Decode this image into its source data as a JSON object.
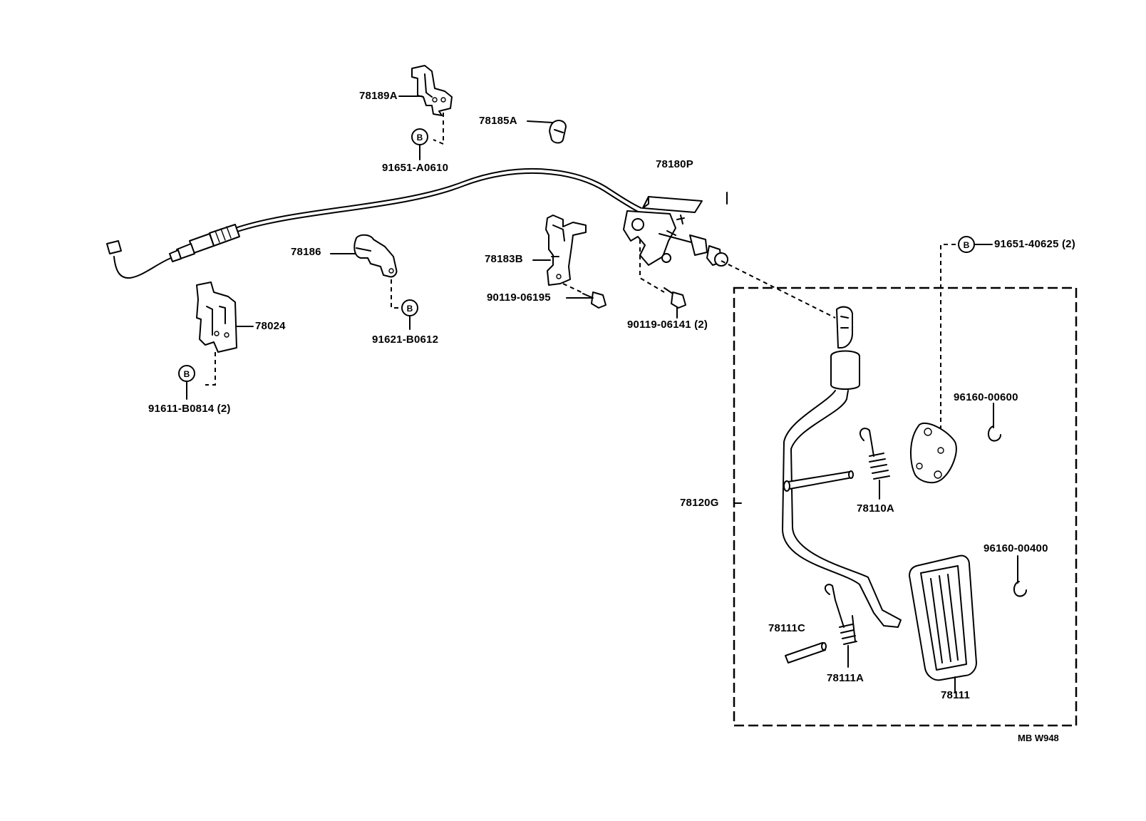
{
  "labels": {
    "p78189A": "78189A",
    "p78185A": "78185A",
    "b91651A0610": "91651-A0610",
    "p78180P": "78180P",
    "b91651_40625": "91651-40625 (2)",
    "p78186": "78186",
    "p78183B": "78183B",
    "b90119_06195": "90119-06195",
    "b90119_06141": "90119-06141 (2)",
    "p78024": "78024",
    "b91621B0612": "91621-B0612",
    "b91611B0814": "91611-B0814 (2)",
    "p96160_00600": "96160-00600",
    "p78110A": "78110A",
    "p78120G": "78120G",
    "p96160_00400": "96160-00400",
    "p78111C": "78111C",
    "p78111A": "78111A",
    "p78111": "78111",
    "diagram_code": "MB W948"
  },
  "badge_letter": "B"
}
